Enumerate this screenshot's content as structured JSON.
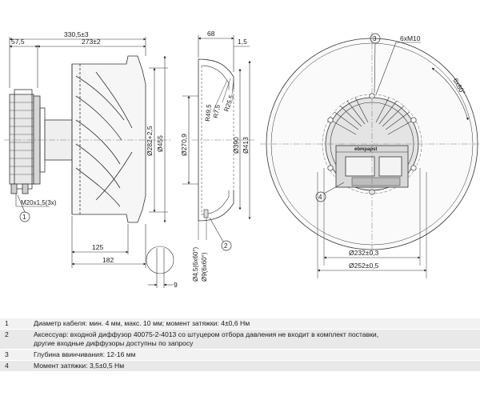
{
  "side_view": {
    "dims": {
      "overall": "330,5±3",
      "offset": "57,5",
      "inlet_depth": "273±2",
      "inner_dia": "Ø282+2,5",
      "outer_dia": "Ø455",
      "len_125": "125",
      "len_182": "182",
      "thread": "M20x1,5(3x)"
    },
    "callout": "1"
  },
  "nozzle_view": {
    "dims": {
      "width": "68",
      "wall": "1,5",
      "r1": "R25,5",
      "r2": "R7,5",
      "r3": "R49,5",
      "d1": "Ø270,9",
      "d2": "Ø390",
      "d3": "Ø413",
      "holes1": "Ø4,5(6x60°)",
      "holes2": "Ø9(6x60°)",
      "small": "9"
    },
    "callout": "2"
  },
  "front_view": {
    "dims": {
      "thread": "6xM10",
      "angle": "6x60°",
      "pcd1": "Ø232±0,3",
      "pcd2": "Ø252±0,5"
    },
    "callouts": [
      "3",
      "4"
    ],
    "brand": "ebmpapst"
  },
  "notes": [
    {
      "num": "1",
      "lines": [
        "Диаметр кабеля: мин. 4 мм, макс. 10 мм; момент затяжки: 4±0,6 Нм"
      ]
    },
    {
      "num": "2",
      "lines": [
        "Аксессуар: входной диффузор 40075-2-4013 со штуцером отбора давления не входит в комплект поставки,",
        "другие входные диффузоры доступны по запросу"
      ]
    },
    {
      "num": "3",
      "lines": [
        "Глубина ввинчивания: 12-16 мм"
      ]
    },
    {
      "num": "4",
      "lines": [
        "Момент затяжки: 3,5±0,5 Нм"
      ]
    }
  ]
}
